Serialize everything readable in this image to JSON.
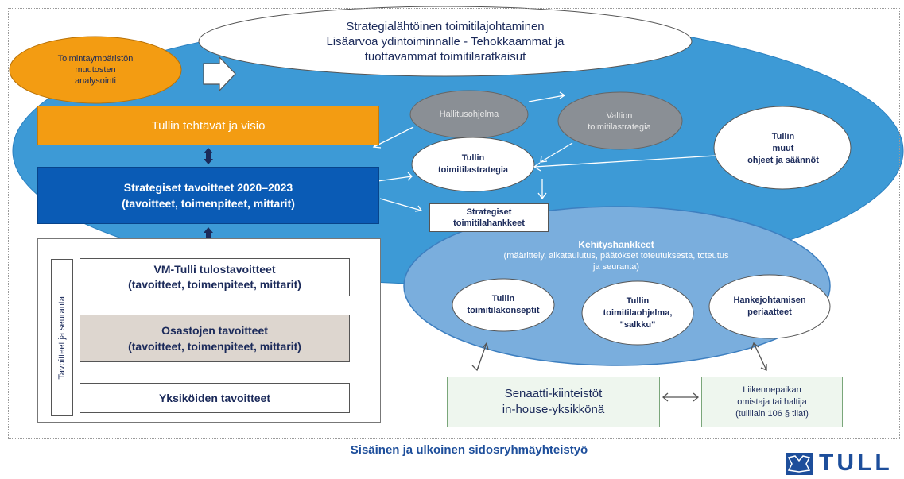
{
  "top_ellipse": {
    "line1": "Strategialähtöinen toimitilajohtaminen",
    "line2": "Lisäarvoa ydintoiminnalle - Tehokkaammat ja",
    "line3": "tuottavammat toimitilaratkaisut"
  },
  "env_ellipse": {
    "line1": "Toimintaympäristön",
    "line2": "muutosten",
    "line3": "analysointi"
  },
  "left": {
    "mission": "Tullin tehtävät ja visio",
    "strategic_line1": "Strategiset tavoitteet  2020–2023",
    "strategic_line2": "(tavoitteet, toimenpiteet, mittarit)",
    "side_label": "Tavoitteet ja seuranta",
    "vm_line1": "VM-Tulli tulostavoitteet",
    "vm_line2": "(tavoitteet, toimenpiteet, mittarit)",
    "dept_line1": "Osastojen tavoitteet",
    "dept_line2": "(tavoitteet, toimenpiteet, mittarit)",
    "unit": "Yksiköiden tavoitteet"
  },
  "right": {
    "gov_program": "Hallitusohjelma",
    "state_strategy_line1": "Valtion",
    "state_strategy_line2": "toimitilastrategia",
    "tulli_strategy_line1": "Tullin",
    "tulli_strategy_line2": "toimitilastrategia",
    "other_rules_line1": "Tullin",
    "other_rules_line2": "muut",
    "other_rules_line3": "ohjeet ja säännöt",
    "projects_line1": "Strategiset",
    "projects_line2": "toimitilahankkeet",
    "dev_title": "Kehityshankkeet",
    "dev_line1": "(määrittely, aikataulutus, päätökset toteutuksesta, toteutus",
    "dev_line2": "ja seuranta)",
    "concepts_line1": "Tullin",
    "concepts_line2": "toimitilakonseptit",
    "program_line1": "Tullin",
    "program_line2": "toimitilaohjelma,",
    "program_line3": "\"salkku\"",
    "principles_line1": "Hankejohtamisen",
    "principles_line2": "periaatteet",
    "senaatti_line1": "Senaatti-kiinteistöt",
    "senaatti_line2": "in-house-yksikkönä",
    "owner_line1": "Liikennepaikan",
    "owner_line2": "omistaja tai haltija",
    "owner_line3": "(tullilain 106 § tilat)"
  },
  "footer": "Sisäinen ja ulkoinen sidosryhmäyhteistyö",
  "brand": "TULL",
  "colors": {
    "big_blue": "#3d9ad6",
    "dev_blue": "#7aaedd",
    "orange": "#f39c12",
    "dark_blue": "#0a5bb5",
    "grey_oval": "#8a8f95",
    "beige": "#ddd6cf",
    "text_dark": "#1b2a5a"
  }
}
